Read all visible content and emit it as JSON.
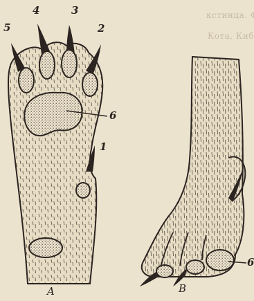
{
  "toes": [
    {
      "id": "toe-5",
      "label": "5"
    },
    {
      "id": "toe-4",
      "label": "4"
    },
    {
      "id": "toe-3",
      "label": "3"
    },
    {
      "id": "toe-2",
      "label": "2"
    },
    {
      "id": "toe-1",
      "label": "1"
    }
  ],
  "pad_label_a": "6",
  "pad_label_b": "6",
  "captions": {
    "left": "A",
    "right": "B"
  },
  "bleed_through": [
    "кстинца. Ф",
    "Кота, Киб"
  ],
  "colors": {
    "paper": "#ece3cf",
    "ink": "#2b2420",
    "fur": "#e7dcc4"
  }
}
